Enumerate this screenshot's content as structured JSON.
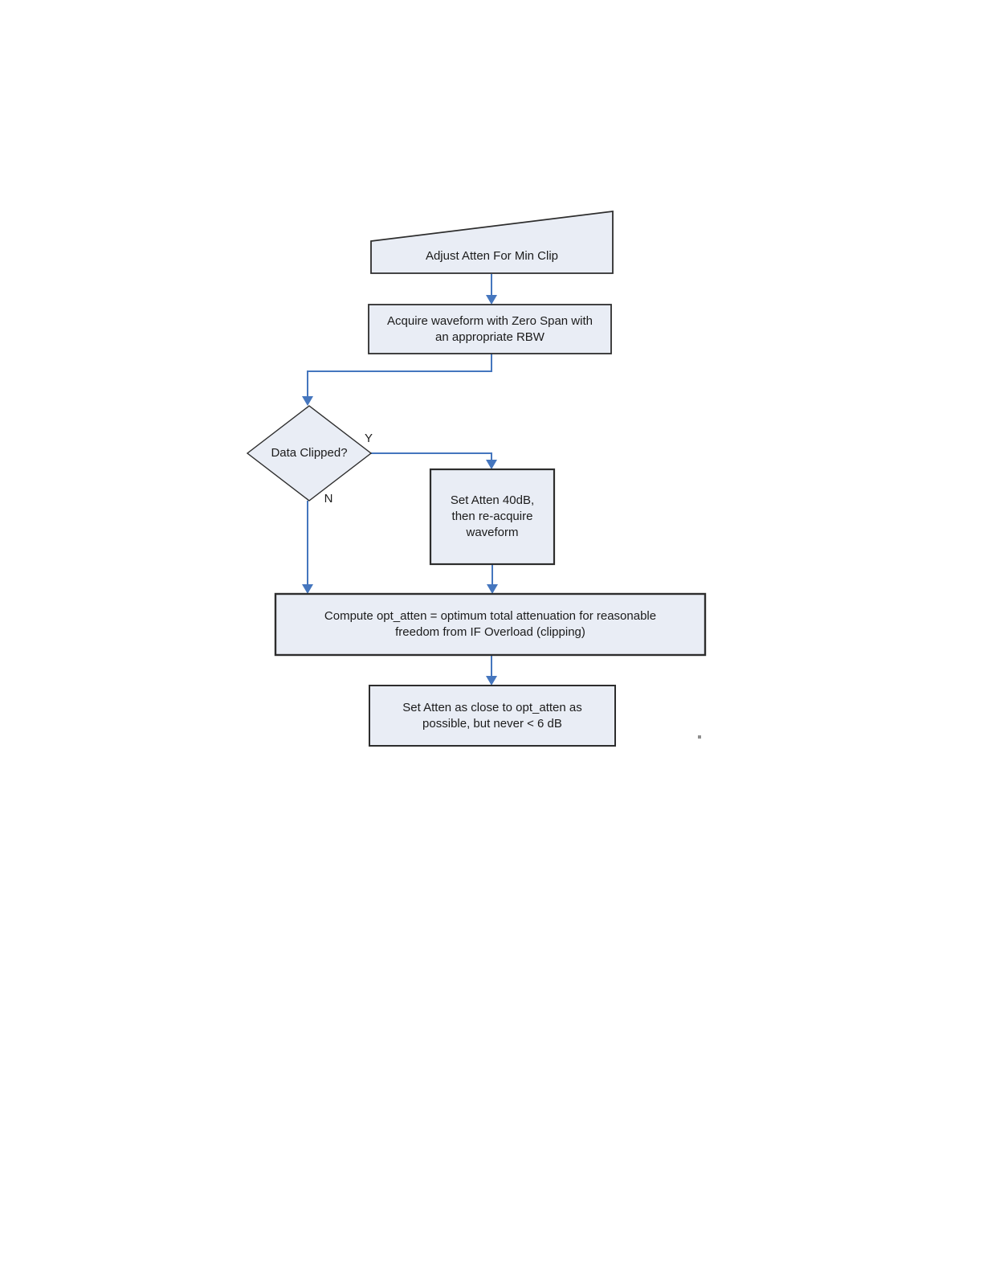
{
  "page": {
    "background": "#ffffff",
    "type": "flowchart"
  },
  "colors": {
    "node_fill": "#e9edf5",
    "node_border": "#2d2d2d",
    "arrow_blue": "#4576be",
    "text": "#1b1b1b"
  },
  "flowchart": {
    "title_node": "Adjust Atten For Min Clip",
    "acquire_node": "Acquire waveform with Zero Span with\nan appropriate RBW",
    "decision_node": "Data Clipped?",
    "yes_label": "Y",
    "no_label": "N",
    "set_atten_40db_node": "Set Atten 40dB,\nthen re-acquire\nwaveform",
    "compute_node": "Compute opt_atten = optimum total attenuation for reasonable\nfreedom from IF Overload (clipping)",
    "final_node": "Set Atten as close to opt_atten as\npossible, but never < 6 dB"
  }
}
